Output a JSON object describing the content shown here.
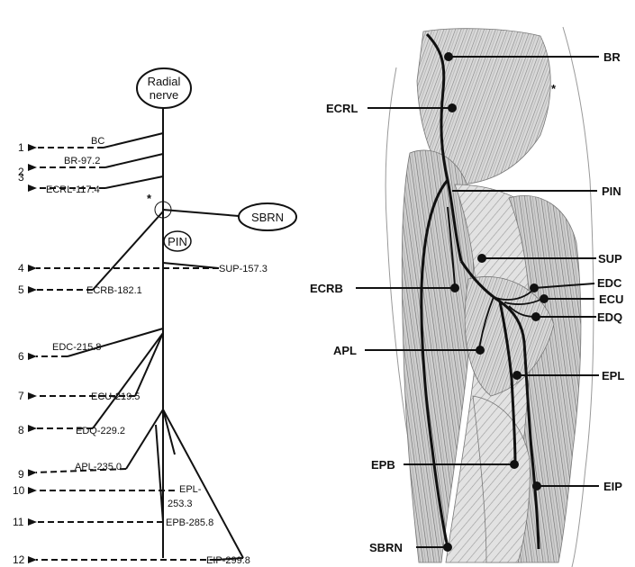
{
  "left_diagram": {
    "root_line1": "Radial",
    "root_line2": "nerve",
    "sbrn": "SBRN",
    "pin": "PIN",
    "asterisk": "*",
    "branches": [
      {
        "num": "1",
        "label": "BC"
      },
      {
        "num": "2",
        "label": "BR-97.2"
      },
      {
        "num": "3",
        "label": "ECRL-117.4"
      },
      {
        "num": "4",
        "label": "SUP-157.3"
      },
      {
        "num": "5",
        "label": "ECRB-182.1"
      },
      {
        "num": "6",
        "label": "EDC-215.8"
      },
      {
        "num": "7",
        "label": "ECU-219.5"
      },
      {
        "num": "8",
        "label": "EDQ-229.2"
      },
      {
        "num": "9",
        "label": "APL-235.0"
      },
      {
        "num": "10",
        "label": "EPL-"
      },
      {
        "num": "11",
        "label": "EPB-285.8"
      },
      {
        "num": "12",
        "label": "EIP-299.8"
      }
    ],
    "epl_value": "253.3"
  },
  "right_diagram": {
    "asterisk": "*",
    "labels": {
      "br": "BR",
      "ecrl": "ECRL",
      "pin": "PIN",
      "sup": "SUP",
      "edc": "EDC",
      "ecu": "ECU",
      "edq": "EDQ",
      "ecrb": "ECRB",
      "apl": "APL",
      "epl": "EPL",
      "epb": "EPB",
      "eip": "EIP",
      "sbrn": "SBRN"
    }
  }
}
